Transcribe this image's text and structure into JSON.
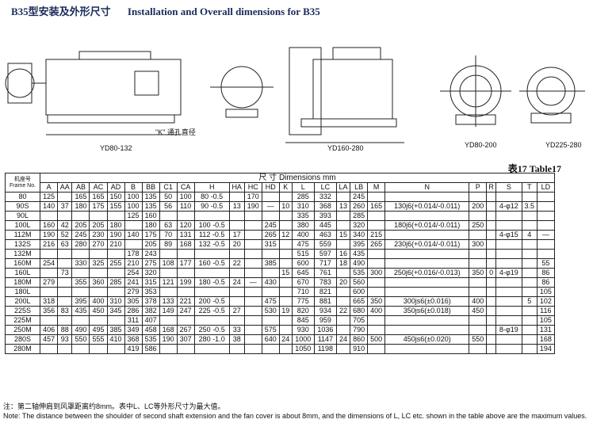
{
  "title": {
    "cn": "B35型安装及外形尺寸",
    "en": "Installation and Overall dimensions for B35"
  },
  "drawings": {
    "captions": [
      "YD80-132",
      "YD160-280",
      "YD80-200",
      "YD225-280"
    ],
    "callouts": [
      "\"K\" 通孔直径"
    ]
  },
  "table_caption": "表17   Table17",
  "table": {
    "frame_header": "机座号\nFrame No.",
    "dims_header": "尺    寸  Dimensions    mm",
    "columns": [
      "A",
      "AA",
      "AB",
      "AC",
      "AD",
      "B",
      "BB",
      "C1",
      "CA",
      "H",
      "HA",
      "HC",
      "HD",
      "K",
      "L",
      "LC",
      "LA",
      "LB",
      "M",
      "N",
      "P",
      "R",
      "S",
      "T",
      "LD"
    ],
    "rows": [
      [
        "80",
        "125",
        "",
        "165",
        "165",
        "150",
        "100",
        "135",
        "50",
        "100",
        "80 -0.5",
        "",
        "170",
        "",
        "",
        "285",
        "332",
        "",
        "245",
        "",
        "",
        "",
        "",
        "",
        "",
        ""
      ],
      [
        "90S",
        "140",
        "37",
        "180",
        "175",
        "155",
        "100",
        "135",
        "56",
        "110",
        "90 -0.5",
        "13",
        "190",
        "—",
        "10",
        "310",
        "368",
        "13",
        "260",
        "165",
        "130j6(+0.014/-0.011)",
        "200",
        "",
        "4-φ12",
        "3.5",
        ""
      ],
      [
        "90L",
        "",
        "",
        "",
        "",
        "",
        "125",
        "160",
        "",
        "",
        "",
        "",
        "",
        "",
        "",
        "335",
        "393",
        "",
        "285",
        "",
        "",
        "",
        "",
        "",
        "",
        ""
      ],
      [
        "100L",
        "160",
        "42",
        "205",
        "205",
        "180",
        "",
        "180",
        "63",
        "120",
        "100 -0.5",
        "",
        "",
        "245",
        "",
        "380",
        "445",
        "",
        "320",
        "",
        "180j6(+0.014/-0.011)",
        "250",
        "",
        "",
        "",
        ""
      ],
      [
        "112M",
        "190",
        "52",
        "245",
        "230",
        "190",
        "140",
        "175",
        "70",
        "131",
        "112 -0.5",
        "17",
        "",
        "265",
        "12",
        "400",
        "463",
        "15",
        "340",
        "215",
        "",
        "",
        "",
        "4-φ15",
        "4",
        "—"
      ],
      [
        "132S",
        "216",
        "63",
        "280",
        "270",
        "210",
        "",
        "205",
        "89",
        "168",
        "132 -0.5",
        "20",
        "",
        "315",
        "",
        "475",
        "559",
        "",
        "395",
        "265",
        "230j6(+0.014/-0.011)",
        "300",
        "",
        "",
        "",
        ""
      ],
      [
        "132M",
        "",
        "",
        "",
        "",
        "",
        "178",
        "243",
        "",
        "",
        "",
        "",
        "",
        "",
        "",
        "515",
        "597",
        "16",
        "435",
        "",
        "",
        "",
        "",
        "",
        "",
        ""
      ],
      [
        "160M",
        "254",
        "",
        "330",
        "325",
        "255",
        "210",
        "275",
        "108",
        "177",
        "160 -0.5",
        "22",
        "",
        "385",
        "",
        "600",
        "717",
        "18",
        "490",
        "",
        "",
        "",
        "",
        "",
        "",
        "55"
      ],
      [
        "160L",
        "",
        "73",
        "",
        "",
        "",
        "254",
        "320",
        "",
        "",
        "",
        "",
        "",
        "",
        "15",
        "645",
        "761",
        "",
        "535",
        "300",
        "250j6(+0.016/-0.013)",
        "350",
        "0",
        "4-φ19",
        "",
        "86"
      ],
      [
        "180M",
        "279",
        "",
        "355",
        "360",
        "285",
        "241",
        "315",
        "121",
        "199",
        "180 -0.5",
        "24",
        "—",
        "430",
        "",
        "670",
        "783",
        "20",
        "560",
        "",
        "",
        "",
        "",
        "",
        "",
        "86"
      ],
      [
        "180L",
        "",
        "",
        "",
        "",
        "",
        "279",
        "353",
        "",
        "",
        "",
        "",
        "",
        "",
        "",
        "710",
        "821",
        "",
        "600",
        "",
        "",
        "",
        "",
        "",
        "",
        "105"
      ],
      [
        "200L",
        "318",
        "",
        "395",
        "400",
        "310",
        "305",
        "378",
        "133",
        "221",
        "200 -0.5",
        "",
        "",
        "475",
        "",
        "775",
        "881",
        "",
        "665",
        "350",
        "300js6(±0.016)",
        "400",
        "",
        "",
        "5",
        "102"
      ],
      [
        "225S",
        "356",
        "83",
        "435",
        "450",
        "345",
        "286",
        "382",
        "149",
        "247",
        "225 -0.5",
        "27",
        "",
        "530",
        "19",
        "820",
        "934",
        "22",
        "680",
        "400",
        "350js6(±0.018)",
        "450",
        "",
        "",
        "",
        "116"
      ],
      [
        "225M",
        "",
        "",
        "",
        "",
        "",
        "311",
        "407",
        "",
        "",
        "",
        "",
        "",
        "",
        "",
        "845",
        "959",
        "",
        "705",
        "",
        "",
        "",
        "",
        "",
        "",
        "105"
      ],
      [
        "250M",
        "406",
        "88",
        "490",
        "495",
        "385",
        "349",
        "458",
        "168",
        "267",
        "250 -0.5",
        "33",
        "",
        "575",
        "",
        "930",
        "1036",
        "",
        "790",
        "",
        "",
        "",
        "",
        "8-φ19",
        "",
        "131"
      ],
      [
        "280S",
        "457",
        "93",
        "550",
        "555",
        "410",
        "368",
        "535",
        "190",
        "307",
        "280 -1.0",
        "38",
        "",
        "640",
        "24",
        "1000",
        "1147",
        "24",
        "860",
        "500",
        "450js6(±0.020)",
        "550",
        "",
        "",
        "",
        "168"
      ],
      [
        "280M",
        "",
        "",
        "",
        "",
        "",
        "419",
        "586",
        "",
        "",
        "",
        "",
        "",
        "",
        "",
        "1050",
        "1198",
        "",
        "910",
        "",
        "",
        "",
        "",
        "",
        "",
        "194"
      ]
    ]
  },
  "notes": [
    "注：第二轴伸肩到风罩距离约8mm。表中L、LC等外形尺寸为最大值。",
    "Note: The distance between the shoulder of second shaft extension and the fan cover is about 8mm, and the dimensions of L, LC etc. shown in the table above are the maximum values."
  ]
}
